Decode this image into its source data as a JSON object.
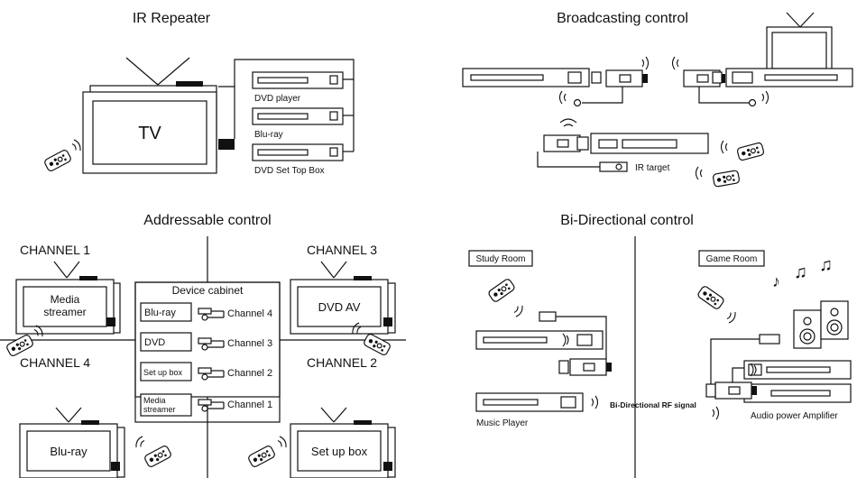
{
  "panels": {
    "ir_repeater": {
      "title": "IR Repeater",
      "tv_label": "TV",
      "devices": [
        "DVD player",
        "Blu-ray",
        "DVD Set Top Box"
      ]
    },
    "broadcasting": {
      "title": "Broadcasting control",
      "ir_target_label": "IR target"
    },
    "addressable": {
      "title": "Addressable control",
      "channel_1": "CHANNEL 1",
      "channel_2": "CHANNEL 2",
      "channel_3": "CHANNEL 3",
      "channel_4": "CHANNEL 4",
      "tv_top_left": "Media\nstreamer",
      "tv_top_right": "DVD AV",
      "tv_bottom_left": "Blu-ray",
      "tv_bottom_right": "Set up box",
      "cabinet_title": "Device cabinet",
      "cabinet_rows": [
        {
          "device": "Blu-ray",
          "channel": "Channel 4"
        },
        {
          "device": "DVD",
          "channel": "Channel 3"
        },
        {
          "device": "Set up box",
          "channel": "Channel 2"
        },
        {
          "device": "Media\nstreamer",
          "channel": "Channel 1"
        }
      ]
    },
    "bidirectional": {
      "title": "Bi-Directional control",
      "room_left": "Study Room",
      "room_right": "Game Room",
      "music_player_label": "Music Player",
      "rf_signal_label": "Bi-Directional RF signal",
      "amplifier_label": "Audio power Amplifier"
    }
  }
}
